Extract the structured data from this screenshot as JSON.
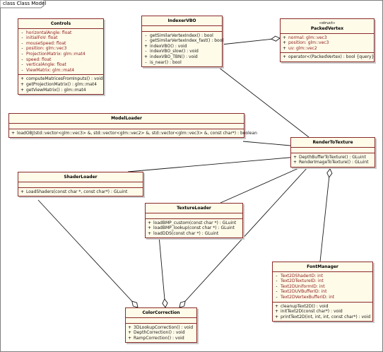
{
  "diagram": {
    "frame_title": "class Class Model",
    "classes": {
      "controls": {
        "name": "Controls",
        "attributes": [
          {
            "v": "-",
            "t": "horizontalAngle:  float"
          },
          {
            "v": "-",
            "t": "initialFoV:  float"
          },
          {
            "v": "-",
            "t": "mouseSpeed:  float"
          },
          {
            "v": "-",
            "t": "position:  glm::vec3"
          },
          {
            "v": "-",
            "t": "ProjectionMatrix:  glm::mat4"
          },
          {
            "v": "-",
            "t": "speed:  float"
          },
          {
            "v": "-",
            "t": "verticalAngle:  float"
          },
          {
            "v": "-",
            "t": "ViewMatrix:  glm::mat4"
          }
        ],
        "operations": [
          {
            "v": "+",
            "t": "computeMatricesFromInputs() : void"
          },
          {
            "v": "+",
            "t": "getProjectionMatrix() : glm::mat4"
          },
          {
            "v": "+",
            "t": "getViewMatrix() : glm::mat4"
          }
        ]
      },
      "indexer": {
        "name": "IndexerVBO",
        "operations": [
          {
            "v": "-",
            "t": "getSimilarVertexIndex() : bool"
          },
          {
            "v": "-",
            "t": "getSimilarVertexIndex_fast() : bool"
          },
          {
            "v": "+",
            "t": "indexVBO() : void"
          },
          {
            "v": "-",
            "t": "indexVBO_slow() : void"
          },
          {
            "v": "+",
            "t": "indexVBO_TBN() : void"
          },
          {
            "v": "-",
            "t": "is_near() : bool"
          }
        ]
      },
      "packed": {
        "stereotype": "«struct»",
        "name": "PackedVertex",
        "attributes": [
          {
            "v": "+",
            "t": "normal:  glm::vec3"
          },
          {
            "v": "+",
            "t": "position:  glm::vec3"
          },
          {
            "v": "+",
            "t": "uv:  glm::vec2"
          }
        ],
        "operations": [
          {
            "v": "+",
            "t": "operator<(PackedVertex) : bool {query}"
          }
        ]
      },
      "modelloader": {
        "name": "ModelLoader",
        "operations": [
          {
            "v": "+",
            "t": "loadOBJ(std::vector<glm::vec3> &, std::vector<glm::vec2> &, std::vector<glm::vec3> &, const char*) : boolean"
          }
        ]
      },
      "rtt": {
        "name": "RenderToTexture",
        "operations": [
          {
            "v": "+",
            "t": "DepthBufferToTexture() : GLuint"
          },
          {
            "v": "+",
            "t": "RenderImageToTexture() : GLuint"
          }
        ]
      },
      "shader": {
        "name": "ShaderLoader",
        "operations": [
          {
            "v": "+",
            "t": "LoadShaders(const char *, const char*) : GLuint"
          }
        ]
      },
      "texture": {
        "name": "TextureLoader",
        "operations": [
          {
            "v": "+",
            "t": "loadBMP_custom(const char *) : GLuint"
          },
          {
            "v": "+",
            "t": "loadBMP_lookup(const char *) : GLuint"
          },
          {
            "v": "+",
            "t": "loadDDS(const char *) : GLuint"
          }
        ]
      },
      "font": {
        "name": "FontManager",
        "attributes": [
          {
            "v": "-",
            "t": "Text2DShaderID:  int"
          },
          {
            "v": "-",
            "t": "Text2DTextureID:  int"
          },
          {
            "v": "-",
            "t": "Text2DUniformID:  int"
          },
          {
            "v": "-",
            "t": "Text2DUVBufferID:  int"
          },
          {
            "v": "-",
            "t": "Text2DVertexBufferID:  int"
          }
        ],
        "operations": [
          {
            "v": "+",
            "t": "cleanupText2D() : void"
          },
          {
            "v": "+",
            "t": "initText2D(const char*) : void"
          },
          {
            "v": "+",
            "t": "printText2D(int, int, int, const char*) : void"
          }
        ]
      },
      "color": {
        "name": "ColorCorrection",
        "operations": [
          {
            "v": "+",
            "t": "3DLookupCorrection() : void"
          },
          {
            "v": "+",
            "t": "DepthCorrection() : void"
          },
          {
            "v": "+",
            "t": "RampCorrection() : void"
          }
        ]
      }
    },
    "associations": [
      {
        "from": "indexer",
        "to": "packed",
        "end": "aggregation"
      },
      {
        "from": "indexer",
        "to": "rtt",
        "end": "none"
      },
      {
        "from": "modelloader",
        "to": "rtt",
        "end": "none"
      },
      {
        "from": "shader",
        "to": "rtt",
        "end": "none"
      },
      {
        "from": "texture",
        "to": "rtt",
        "end": "none"
      },
      {
        "from": "font",
        "to": "rtt",
        "end": "aggregation"
      },
      {
        "from": "shader",
        "to": "color",
        "end": "aggregation"
      },
      {
        "from": "texture",
        "to": "color",
        "end": "aggregation"
      },
      {
        "from": "rtt",
        "to": "color",
        "end": "aggregation"
      }
    ]
  }
}
